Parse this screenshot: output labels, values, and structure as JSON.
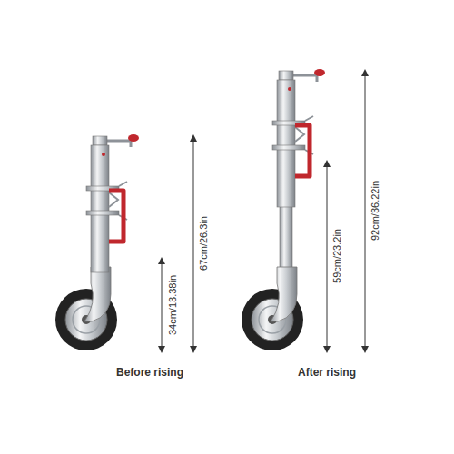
{
  "diagram": {
    "labels": [
      "67cm/26.3in",
      "34cm/13.38in",
      "Before rising",
      "92cm/36.22in",
      "59cm/23.2in",
      "After rising"
    ]
  }
}
